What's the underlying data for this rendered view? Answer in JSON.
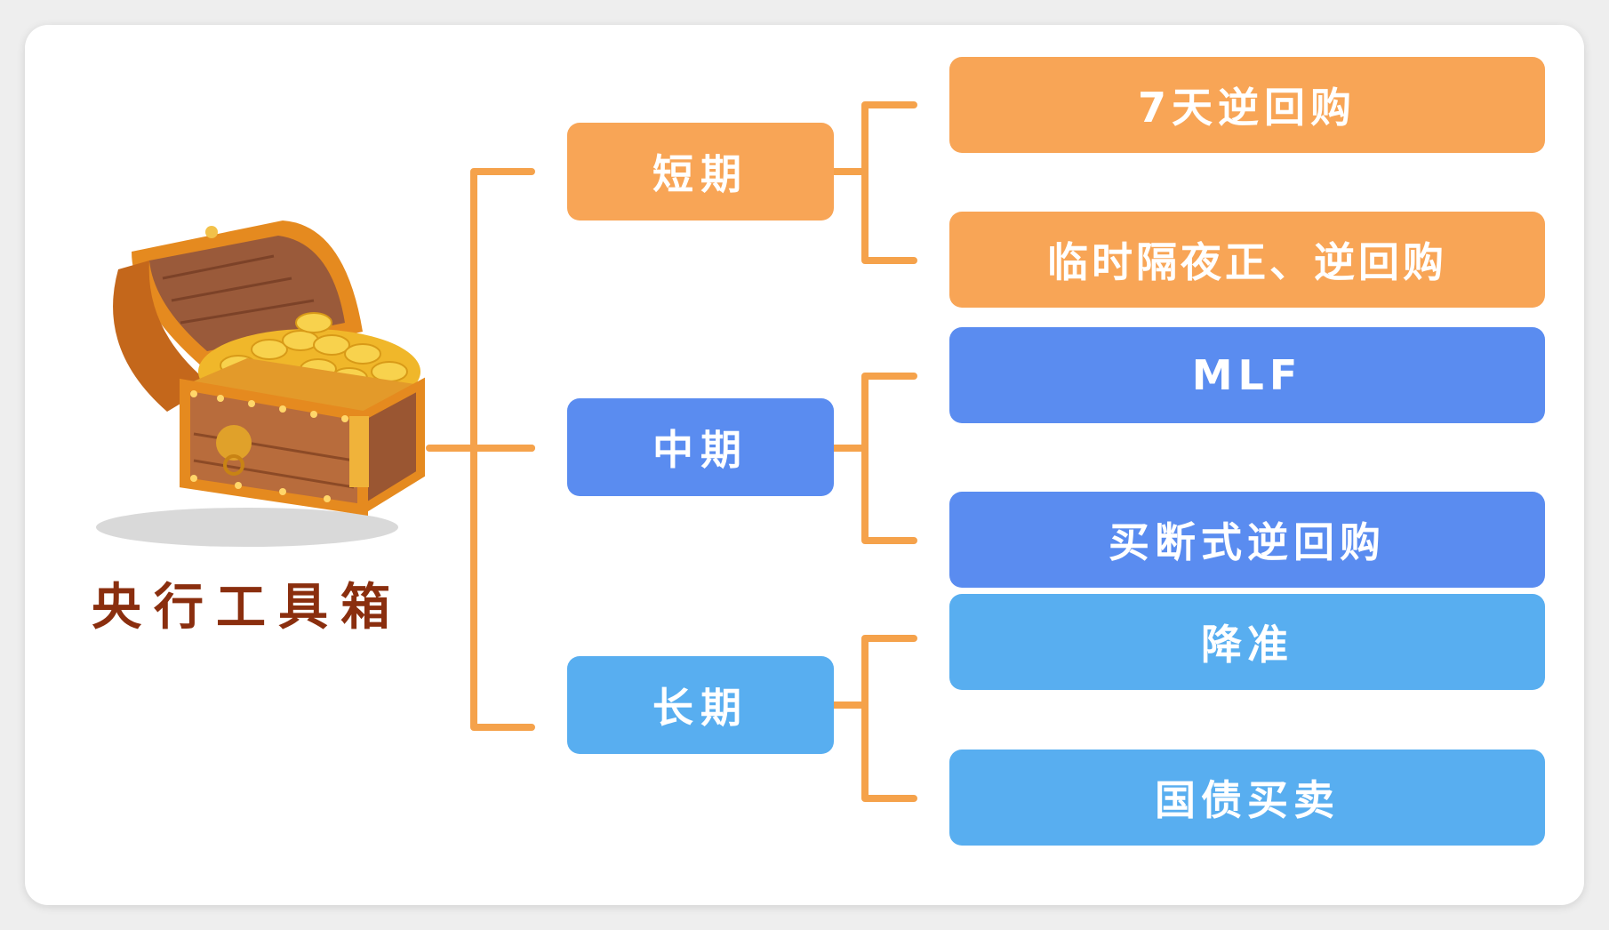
{
  "root": {
    "label": "央行工具箱",
    "icon": "treasure-chest-icon"
  },
  "colors": {
    "connector": "#f5a24b",
    "short": "#f8a556",
    "medium": "#5a8cf0",
    "long": "#58aef0",
    "root_text": "#8a2e0e"
  },
  "branches": [
    {
      "label": "短期",
      "children": [
        "7天逆回购",
        "临时隔夜正、逆回购"
      ]
    },
    {
      "label": "中期",
      "children": [
        "MLF",
        "买断式逆回购"
      ]
    },
    {
      "label": "长期",
      "children": [
        "降准",
        "国债买卖"
      ]
    }
  ]
}
